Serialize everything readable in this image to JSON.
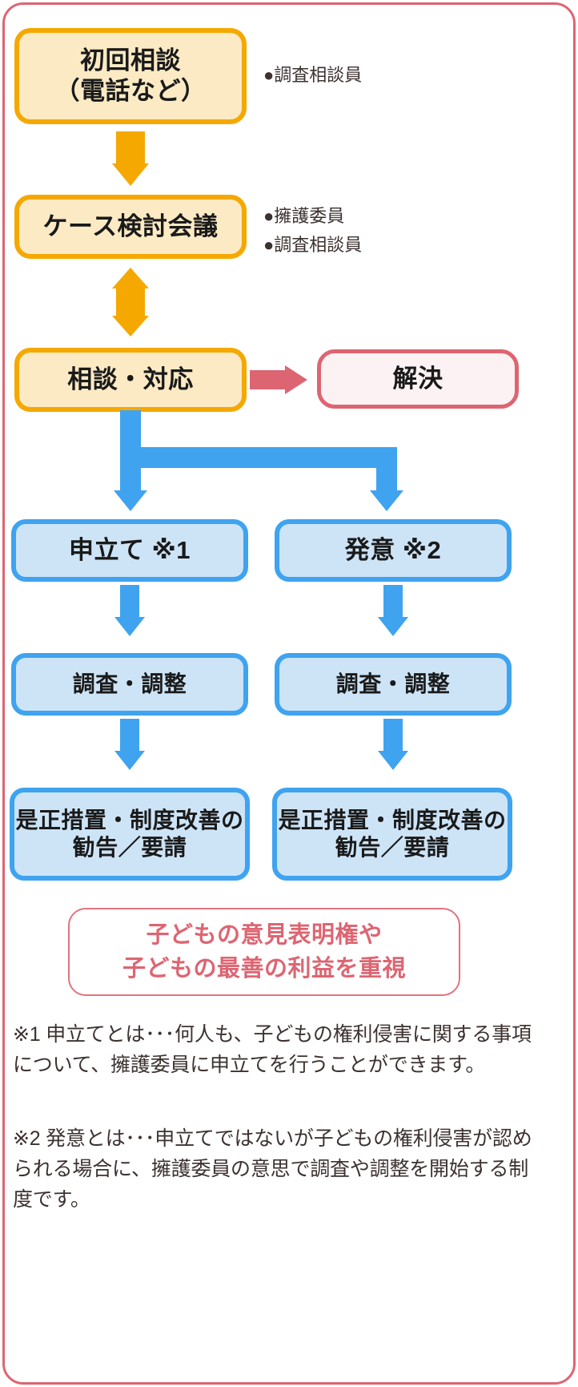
{
  "diagram": {
    "title_colors": {
      "orange_border": "#f5a800",
      "orange_fill": "#fbeac4",
      "blue_border": "#3fa3ef",
      "blue_fill": "#cde4f7",
      "red_border": "#dd6572",
      "red_fill": "#fdf2f3",
      "pink_text": "#dd6572",
      "body_text": "#3c3230"
    },
    "nodes": {
      "initial_consultation": "初回相談\n（電話など）",
      "case_review_meeting": "ケース検討会議",
      "consultation_response": "相談・対応",
      "resolution": "解決",
      "petition": "申立て ※1",
      "initiative": "発意 ※2",
      "investigation_left": "調査・調整",
      "investigation_right": "調査・調整",
      "recommendation_left": "是正措置・制度改善の\n勧告／要請",
      "recommendation_right": "是正措置・制度改善の\n勧告／要請",
      "emphasis": "子どもの意見表明権や\n子どもの最善の利益を重視"
    },
    "roles": {
      "initial_consultation": "●調査相談員",
      "case_review_meeting": "●擁護委員\n●調査相談員"
    },
    "footnotes": [
      "※1 申立てとは･･･何人も、子どもの権利侵害に関する事項について、擁護委員に申立てを行うことができます。",
      "※2 発意とは･･･申立てではないが子どもの権利侵害が認められる場合に、擁護委員の意思で調査や調整を開始する制度です。"
    ]
  }
}
